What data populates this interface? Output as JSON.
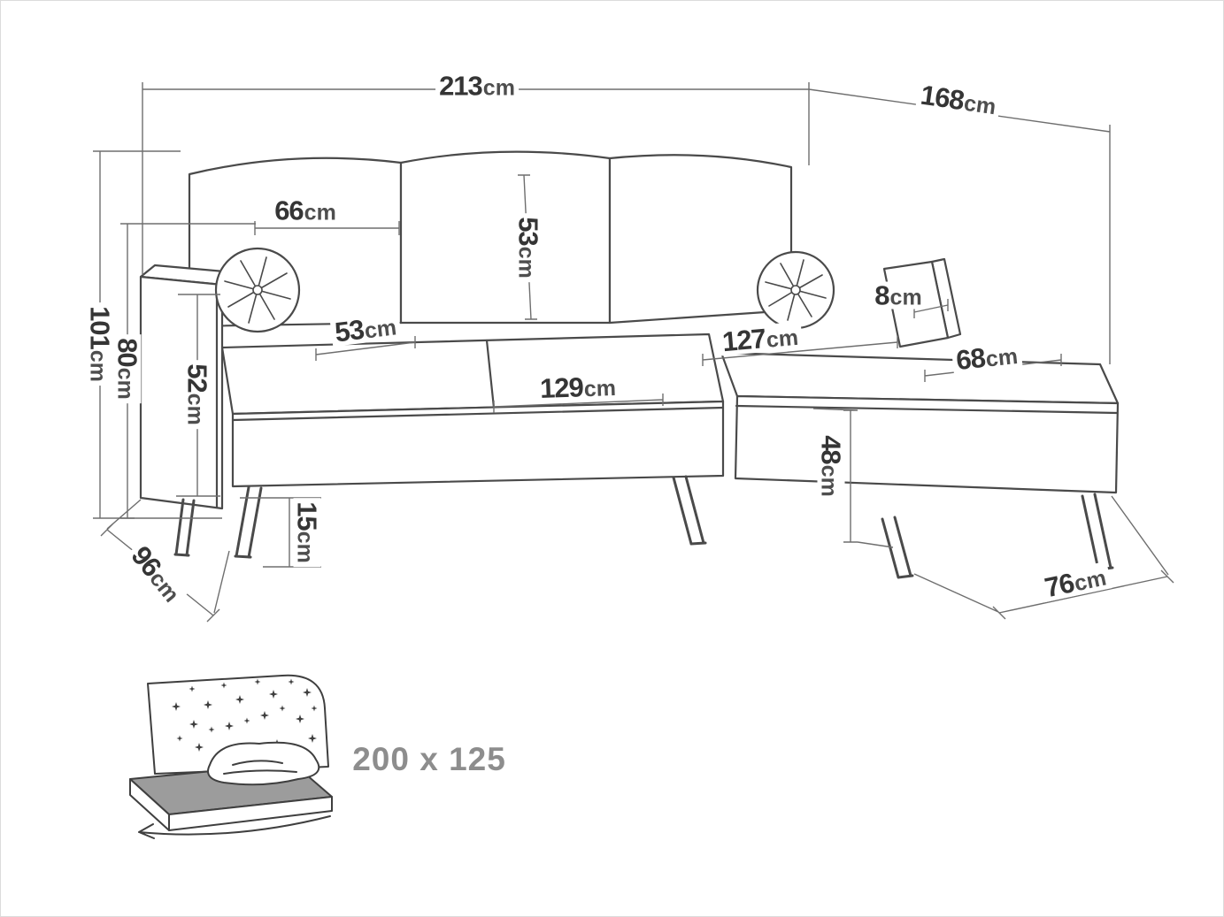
{
  "colors": {
    "background": "#ffffff",
    "drawing_line": "#4a4a4a",
    "dimension_line": "#6e6e6e",
    "label_text": "#353535",
    "muted_label_text": "#8d8d8d"
  },
  "icons": {
    "sleeping_function": "sofa-bed-icon"
  },
  "dimensions": {
    "total_width": {
      "value": "213",
      "unit": "cm"
    },
    "total_depth": {
      "value": "168",
      "unit": "cm"
    },
    "back_cushion_width": {
      "value": "66",
      "unit": "cm"
    },
    "back_cushion_height": {
      "value": "53",
      "unit": "cm"
    },
    "total_height": {
      "value": "101",
      "unit": "cm"
    },
    "backrest_height": {
      "value": "80",
      "unit": "cm"
    },
    "armrest_height": {
      "value": "52",
      "unit": "cm"
    },
    "seat_depth": {
      "value": "53",
      "unit": "cm"
    },
    "seat_cushion_width": {
      "value": "129",
      "unit": "cm"
    },
    "corner_section_width": {
      "value": "127",
      "unit": "cm"
    },
    "armrest_width": {
      "value": "8",
      "unit": "cm"
    },
    "corner_seat_depth": {
      "value": "68",
      "unit": "cm"
    },
    "seat_height": {
      "value": "48",
      "unit": "cm"
    },
    "leg_height": {
      "value": "15",
      "unit": "cm"
    },
    "side_depth": {
      "value": "96",
      "unit": "cm"
    },
    "corner_front_depth": {
      "value": "76",
      "unit": "cm"
    }
  },
  "sleeping_area": {
    "label": "200 x 125"
  }
}
